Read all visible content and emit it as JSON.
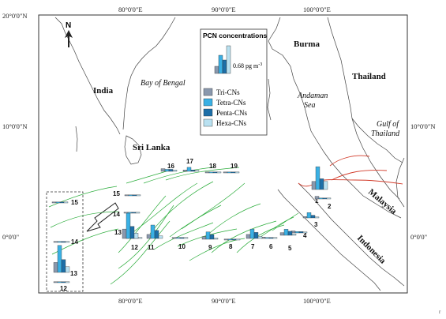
{
  "axes": {
    "top": [
      "80°0'0\"E",
      "90°0'0\"E",
      "100°0'0\"E"
    ],
    "bottom": [
      "80°0'0\"E",
      "90°0'0\"E",
      "100°0'0\"E"
    ],
    "left": [
      "20°0'0\"N",
      "10°0'0\"N",
      "0°0'0\""
    ],
    "right": [
      "10°0'0\"N",
      "0°0'0\""
    ]
  },
  "places": {
    "india": "India",
    "bay": "Bay of Bengal",
    "burma": "Burma",
    "thailand": "Thailand",
    "andaman1": "Andaman",
    "andaman2": "Sea",
    "gulf1": "Gulf of",
    "gulf2": "Thailand",
    "srilanka": "Sri Lanka",
    "malaysia": "Malaysia",
    "indonesia": "Indonesia"
  },
  "north_label": "N",
  "legend": {
    "title": "PCN concentrations",
    "scale_label": "0.68 pg m",
    "scale_sup": "-3",
    "items": [
      {
        "label": "Tri-CNs",
        "color": "#8a98ad"
      },
      {
        "label": "Tetra-CNs",
        "color": "#3ab0e4"
      },
      {
        "label": "Penta-CNs",
        "color": "#1d6fa8"
      },
      {
        "label": "Hexa-CNs",
        "color": "#b9e1f1"
      }
    ]
  },
  "chart_data": {
    "type": "map",
    "unit": "pg m-3",
    "categories": [
      "Tri-CNs",
      "Tetra-CNs",
      "Penta-CNs",
      "Hexa-CNs"
    ],
    "sites": [
      {
        "id": "1",
        "values": [
          0.6,
          1.7,
          0.8,
          0.6
        ]
      },
      {
        "id": "2",
        "values": [
          0.2,
          0.05,
          0.05,
          0.05
        ]
      },
      {
        "id": "3",
        "values": [
          0.1,
          0.4,
          0.2,
          0.05
        ]
      },
      {
        "id": "4",
        "values": [
          0.15,
          0.1,
          0.1,
          0.05
        ]
      },
      {
        "id": "5",
        "values": [
          0.2,
          0.45,
          0.3,
          0.1
        ]
      },
      {
        "id": "6",
        "values": [
          0.1,
          0.05,
          0.05,
          0.05
        ]
      },
      {
        "id": "7",
        "values": [
          0.3,
          0.7,
          0.45,
          0.15
        ]
      },
      {
        "id": "8",
        "values": [
          0.05,
          0.05,
          0.05,
          0.02
        ]
      },
      {
        "id": "9",
        "values": [
          0.2,
          0.55,
          0.35,
          0.1
        ]
      },
      {
        "id": "10",
        "values": [
          0.05,
          0.05,
          0.05,
          0.02
        ]
      },
      {
        "id": "11",
        "values": [
          0.3,
          1.0,
          0.6,
          0.2
        ]
      },
      {
        "id": "12",
        "values": [
          0.1,
          0.1,
          0.1,
          0.05
        ]
      },
      {
        "id": "13",
        "values": [
          0.7,
          1.9,
          0.9,
          0.4
        ]
      },
      {
        "id": "14",
        "values": [
          0.05,
          0.05,
          0.05,
          0.02
        ]
      },
      {
        "id": "15",
        "values": [
          0.05,
          0.05,
          0.05,
          0.02
        ]
      },
      {
        "id": "16",
        "values": [
          0.2,
          0.15,
          0.15,
          0.1
        ]
      },
      {
        "id": "17",
        "values": [
          0.1,
          0.3,
          0.1,
          0.05
        ]
      },
      {
        "id": "18",
        "values": [
          0.05,
          0.05,
          0.05,
          0.02
        ]
      },
      {
        "id": "19",
        "values": [
          0.05,
          0.05,
          0.05,
          0.02
        ]
      }
    ],
    "inset_sites": [
      {
        "id": "15",
        "values": [
          0.05,
          0.05,
          0.05,
          0.02
        ]
      },
      {
        "id": "14",
        "values": [
          0.05,
          0.05,
          0.05,
          0.02
        ]
      },
      {
        "id": "13",
        "values": [
          0.7,
          1.9,
          0.9,
          0.4
        ]
      },
      {
        "id": "12",
        "values": [
          0.05,
          0.05,
          0.05,
          0.02
        ]
      }
    ]
  }
}
